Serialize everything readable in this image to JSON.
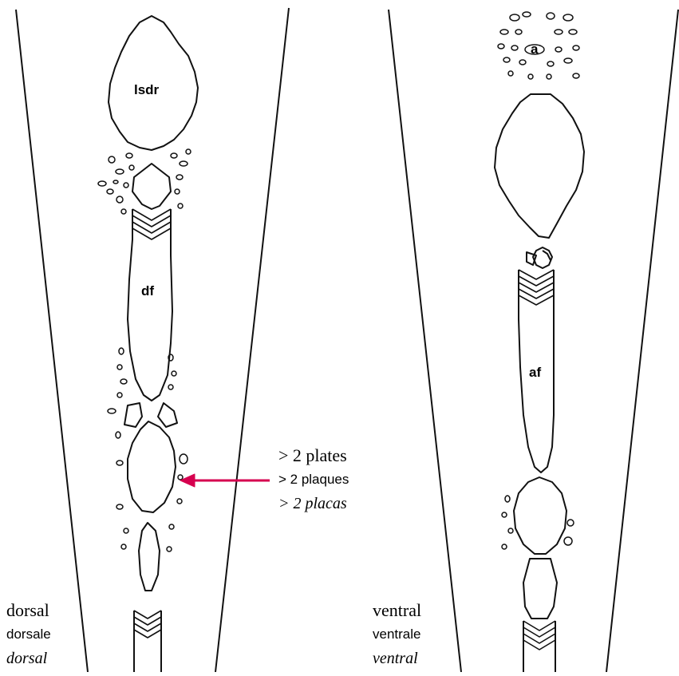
{
  "colors": {
    "outline": "#111111",
    "arrow": "#d6004f",
    "background": "#ffffff"
  },
  "labels": {
    "lsdr": "lsdr",
    "df": "df",
    "a": "a",
    "af": "af"
  },
  "callout": {
    "en": "> 2 plates",
    "fr": "> 2 plaques",
    "es": "> 2 placas"
  },
  "views": {
    "dorsal": {
      "en": "dorsal",
      "fr": "dorsale",
      "es": "dorsal"
    },
    "ventral": {
      "en": "ventral",
      "fr": "ventrale",
      "es": "ventral"
    }
  }
}
